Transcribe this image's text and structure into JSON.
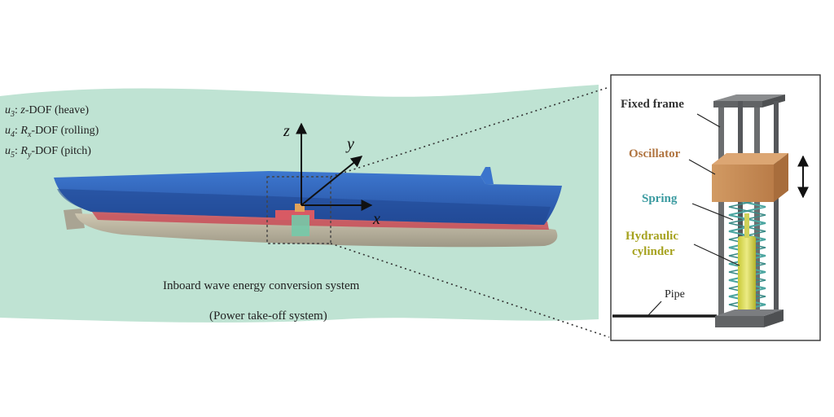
{
  "dof_labels": {
    "heave": {
      "var": "u",
      "sub": "3",
      "axis": "z",
      "axis_sub": "",
      "text": "-DOF (heave)"
    },
    "rolling": {
      "var": "u",
      "sub": "4",
      "axis": "R",
      "axis_sub": "x",
      "text": "-DOF (rolling)"
    },
    "pitch": {
      "var": "u",
      "sub": "5",
      "axis": "R",
      "axis_sub": "y",
      "text": "-DOF (pitch)"
    }
  },
  "axes": {
    "z": "z",
    "y": "y",
    "x": "x"
  },
  "captions": {
    "line1": "Inboard wave energy conversion system",
    "line2": "(Power take-off system)"
  },
  "inset_labels": {
    "fixed_frame": "Fixed frame",
    "oscillator": "Oscillator",
    "spring": "Spring",
    "hydraulic_line1": "Hydraulic",
    "hydraulic_line2": "cylinder",
    "pipe": "Pipe"
  },
  "colors": {
    "water": "#bfe3d3",
    "ship_deck": "#2f67c0",
    "hull": "#b8b3a0",
    "waterline_band": "#c94b57",
    "oscillator": "#c98a55",
    "oscillator_label": "#b07440",
    "spring_label": "#3a9aa0",
    "hydraulic_label": "#a6a21f",
    "frame": "#6d6f72",
    "spring": "#4aa5a0",
    "cylinder": "#d6d84a"
  }
}
